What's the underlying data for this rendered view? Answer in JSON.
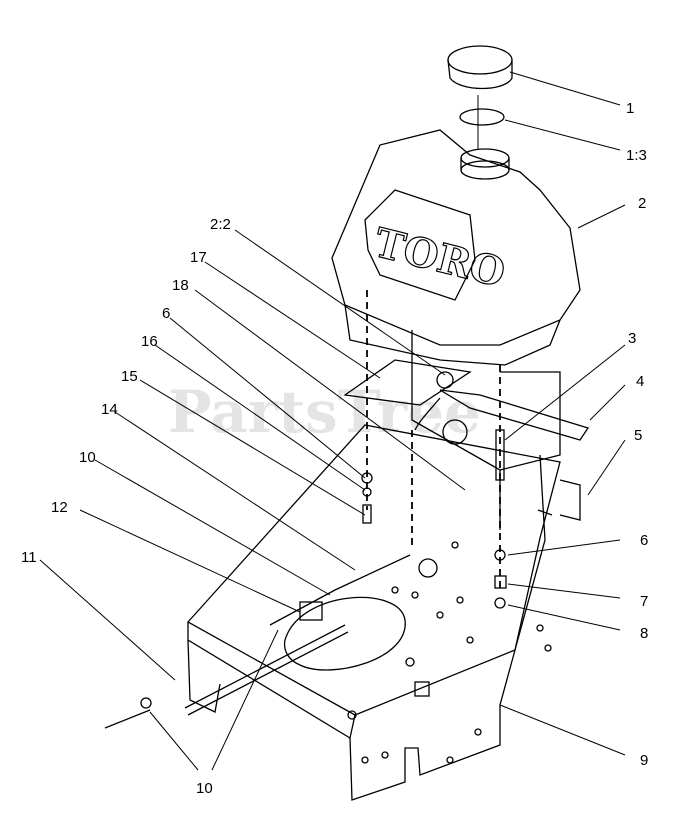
{
  "watermark": "PartsTree",
  "brand_logo": "TORO",
  "callouts": [
    "1",
    "1:3",
    "2",
    "2:2",
    "17",
    "18",
    "6",
    "16",
    "15",
    "14",
    "10",
    "12",
    "11",
    "3",
    "4",
    "5",
    "6",
    "7",
    "8",
    "9",
    "10"
  ]
}
